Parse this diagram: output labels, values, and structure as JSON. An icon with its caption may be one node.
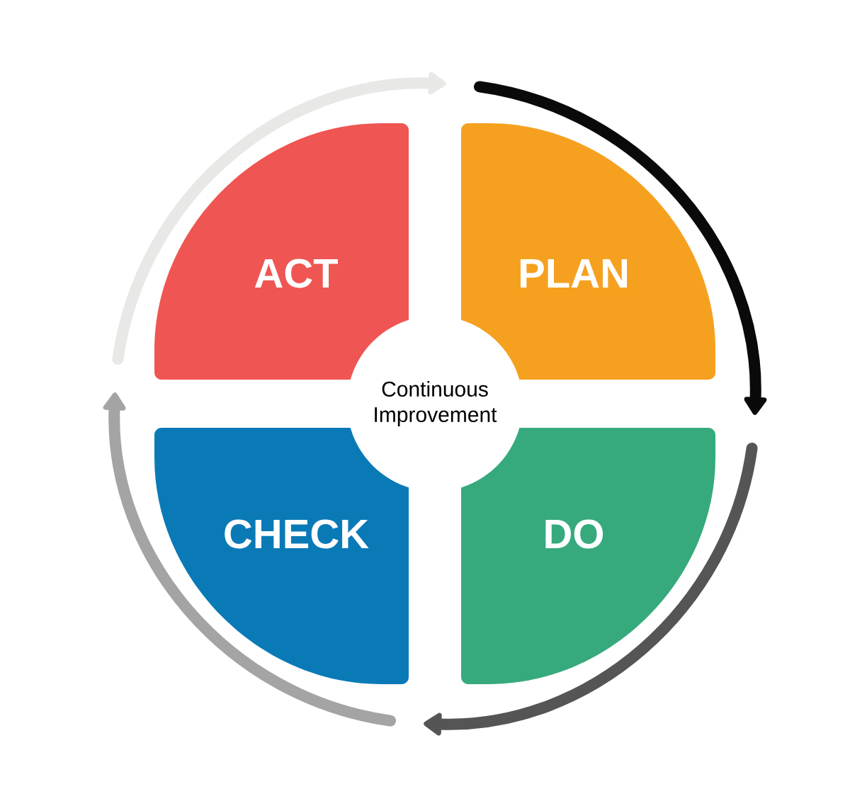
{
  "diagram": {
    "nodes": [
      {
        "text": [
          "ACT"
        ]
      },
      {
        "text": [
          "PLAN"
        ]
      },
      {
        "text": [
          "CHECK"
        ]
      },
      {
        "text": [
          "DO"
        ]
      },
      {
        "text": [
          "Continuous Improvement"
        ]
      }
    ],
    "edges": [
      {
        "from": 0,
        "to": 1,
        "arrow": "to",
        "color": "#e8e8e6"
      },
      {
        "from": 1,
        "to": 3,
        "arrow": "to",
        "color": "#0a0a0a"
      },
      {
        "from": 3,
        "to": 2,
        "arrow": "to",
        "color": "#555555"
      },
      {
        "from": 2,
        "to": 0,
        "arrow": "to",
        "color": "#a5a4a4"
      }
    ]
  }
}
